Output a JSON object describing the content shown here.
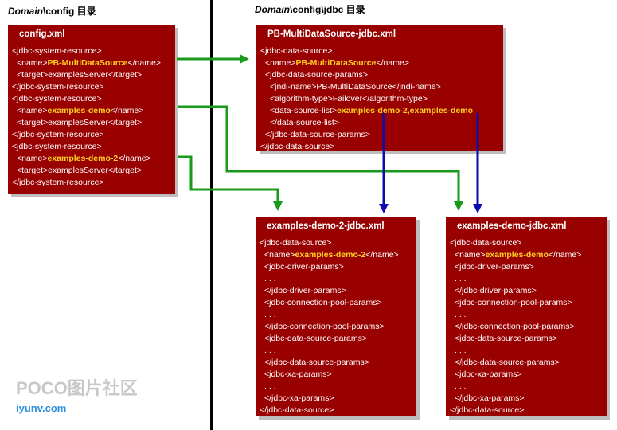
{
  "left_title": {
    "italic": "Domain",
    "rest": "\\config 目录"
  },
  "right_title": {
    "italic": "Domain",
    "rest": "\\config\\jdbc 目录"
  },
  "config_box": {
    "filename": "config.xml",
    "lines": [
      {
        "pre": "<jdbc-system-resource>",
        "hl": "",
        "post": "",
        "indent": 0
      },
      {
        "pre": "<name>",
        "hl": "PB-MultiDataSource",
        "post": "</name>",
        "indent": 1
      },
      {
        "pre": "<target>examplesServer</target>",
        "hl": "",
        "post": "",
        "indent": 1
      },
      {
        "pre": "</jdbc-system-resource>",
        "hl": "",
        "post": "",
        "indent": 0
      },
      {
        "pre": "<jdbc-system-resource>",
        "hl": "",
        "post": "",
        "indent": 0
      },
      {
        "pre": "<name>",
        "hl": "examples-demo",
        "post": "</name>",
        "indent": 1
      },
      {
        "pre": "<target>examplesServer</target>",
        "hl": "",
        "post": "",
        "indent": 1
      },
      {
        "pre": "</jdbc-system-resource>",
        "hl": "",
        "post": "",
        "indent": 0
      },
      {
        "pre": "<jdbc-system-resource>",
        "hl": "",
        "post": "",
        "indent": 0
      },
      {
        "pre": "<name>",
        "hl": "examples-demo-2",
        "post": "</name>",
        "indent": 1
      },
      {
        "pre": "<target>examplesServer</target>",
        "hl": "",
        "post": "",
        "indent": 1
      },
      {
        "pre": "</jdbc-system-resource>",
        "hl": "",
        "post": "",
        "indent": 0
      }
    ]
  },
  "multi_box": {
    "filename": "PB-MultiDataSource-jdbc.xml",
    "lines": [
      {
        "pre": "<jdbc-data-source>",
        "hl": "",
        "post": "",
        "indent": 0
      },
      {
        "pre": "<name>",
        "hl": "PB-MultiDataSource",
        "post": "</name>",
        "indent": 1
      },
      {
        "pre": "<jdbc-data-source-params>",
        "hl": "",
        "post": "",
        "indent": 1
      },
      {
        "pre": "<jndi-name>PB-MultiDataSource</jndi-name>",
        "hl": "",
        "post": "",
        "indent": 2
      },
      {
        "pre": "<algorithm-type>Failover</algorithm-type>",
        "hl": "",
        "post": "",
        "indent": 2
      },
      {
        "pre": "<data-source-list>",
        "hl": "examples-demo-2,examples-demo",
        "post": "",
        "indent": 2
      },
      {
        "pre": "</data-source-list>",
        "hl": "",
        "post": "",
        "indent": 2
      },
      {
        "pre": "</jdbc-data-source-params>",
        "hl": "",
        "post": "",
        "indent": 1
      },
      {
        "pre": "</jdbc-data-source>",
        "hl": "",
        "post": "",
        "indent": 0
      }
    ]
  },
  "demo2_box": {
    "filename": "examples-demo-2-jdbc.xml",
    "lines": [
      {
        "pre": "<jdbc-data-source>",
        "hl": "",
        "post": "",
        "indent": 0
      },
      {
        "pre": "<name>",
        "hl": "examples-demo-2",
        "post": "</name>",
        "indent": 1
      },
      {
        "pre": "<jdbc-driver-params>",
        "hl": "",
        "post": "",
        "indent": 1
      },
      {
        "pre": ". . .",
        "hl": "",
        "post": "",
        "indent": 1
      },
      {
        "pre": "</jdbc-driver-params>",
        "hl": "",
        "post": "",
        "indent": 1
      },
      {
        "pre": "<jdbc-connection-pool-params>",
        "hl": "",
        "post": "",
        "indent": 1
      },
      {
        "pre": ". . .",
        "hl": "",
        "post": "",
        "indent": 1
      },
      {
        "pre": "</jdbc-connection-pool-params>",
        "hl": "",
        "post": "",
        "indent": 1
      },
      {
        "pre": "<jdbc-data-source-params>",
        "hl": "",
        "post": "",
        "indent": 1
      },
      {
        "pre": ". . .",
        "hl": "",
        "post": "",
        "indent": 1
      },
      {
        "pre": "</jdbc-data-source-params>",
        "hl": "",
        "post": "",
        "indent": 1
      },
      {
        "pre": "<jdbc-xa-params>",
        "hl": "",
        "post": "",
        "indent": 1
      },
      {
        "pre": ". . .",
        "hl": "",
        "post": "",
        "indent": 1
      },
      {
        "pre": "</jdbc-xa-params>",
        "hl": "",
        "post": "",
        "indent": 1
      },
      {
        "pre": "</jdbc-data-source>",
        "hl": "",
        "post": "",
        "indent": 0
      }
    ]
  },
  "demo_box": {
    "filename": "examples-demo-jdbc.xml",
    "lines": [
      {
        "pre": "<jdbc-data-source>",
        "hl": "",
        "post": "",
        "indent": 0
      },
      {
        "pre": "<name>",
        "hl": "examples-demo",
        "post": "</name>",
        "indent": 1
      },
      {
        "pre": "<jdbc-driver-params>",
        "hl": "",
        "post": "",
        "indent": 1
      },
      {
        "pre": ". . .",
        "hl": "",
        "post": "",
        "indent": 1
      },
      {
        "pre": "</jdbc-driver-params>",
        "hl": "",
        "post": "",
        "indent": 1
      },
      {
        "pre": "<jdbc-connection-pool-params>",
        "hl": "",
        "post": "",
        "indent": 1
      },
      {
        "pre": ". . .",
        "hl": "",
        "post": "",
        "indent": 1
      },
      {
        "pre": "</jdbc-connection-pool-params>",
        "hl": "",
        "post": "",
        "indent": 1
      },
      {
        "pre": "<jdbc-data-source-params>",
        "hl": "",
        "post": "",
        "indent": 1
      },
      {
        "pre": ". . .",
        "hl": "",
        "post": "",
        "indent": 1
      },
      {
        "pre": "</jdbc-data-source-params>",
        "hl": "",
        "post": "",
        "indent": 1
      },
      {
        "pre": "<jdbc-xa-params>",
        "hl": "",
        "post": "",
        "indent": 1
      },
      {
        "pre": ". . .",
        "hl": "",
        "post": "",
        "indent": 1
      },
      {
        "pre": "</jdbc-xa-params>",
        "hl": "",
        "post": "",
        "indent": 1
      },
      {
        "pre": "</jdbc-data-source>",
        "hl": "",
        "post": "",
        "indent": 0
      }
    ]
  },
  "colors": {
    "box": "#990000",
    "highlight": "#ffd21f",
    "name_link": "#1a9a1a",
    "list_link": "#0b0bb0"
  },
  "watermark": {
    "text": "POCO图片社区",
    "sub": "iyunv.com"
  }
}
